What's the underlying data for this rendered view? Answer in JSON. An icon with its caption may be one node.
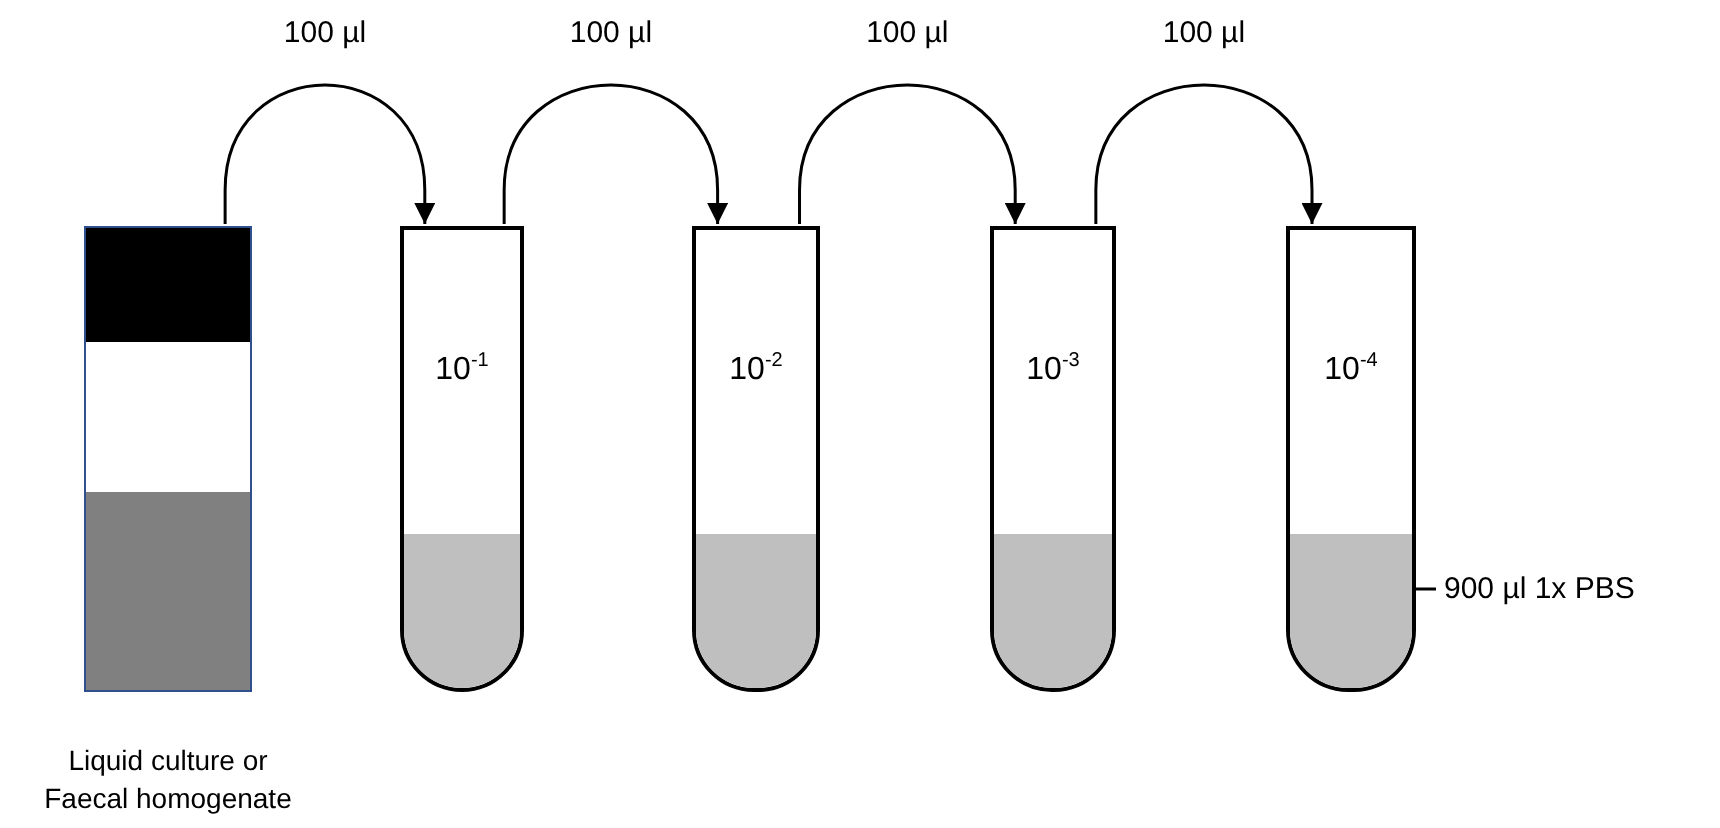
{
  "diagram": {
    "nodes": [
      {
        "text": [],
        "shape": "box",
        "beside": [
          "Liquid culture or Faecal homogenate"
        ]
      },
      {
        "text": [
          "10$^{-1}$"
        ]
      },
      {
        "text": [],
        "shape": "box",
        "in": 1
      },
      {
        "text": [
          "10$^{-2}$"
        ]
      },
      {
        "text": [],
        "shape": "box",
        "in": 3
      },
      {
        "text": [
          "10$^{-3}$"
        ]
      },
      {
        "text": [],
        "shape": "box",
        "in": 5
      },
      {
        "text": [
          "10$^{-4}$"
        ]
      },
      {
        "text": [],
        "shape": "box",
        "in": 7
      },
      {
        "text": [
          "900 µl 1x PBS"
        ]
      }
    ],
    "edges": [
      {
        "from": 0,
        "to": 1,
        "arrow": "to",
        "label": "100 µl"
      },
      {
        "from": 1,
        "to": 3,
        "arrow": "to",
        "label": "100 µl"
      },
      {
        "from": 3,
        "to": 5,
        "arrow": "to",
        "label": "100 µl"
      },
      {
        "from": 5,
        "to": 7,
        "arrow": "to",
        "label": "100 µl"
      },
      {
        "from": 9,
        "to": 8,
        "arrow": "none"
      }
    ]
  }
}
